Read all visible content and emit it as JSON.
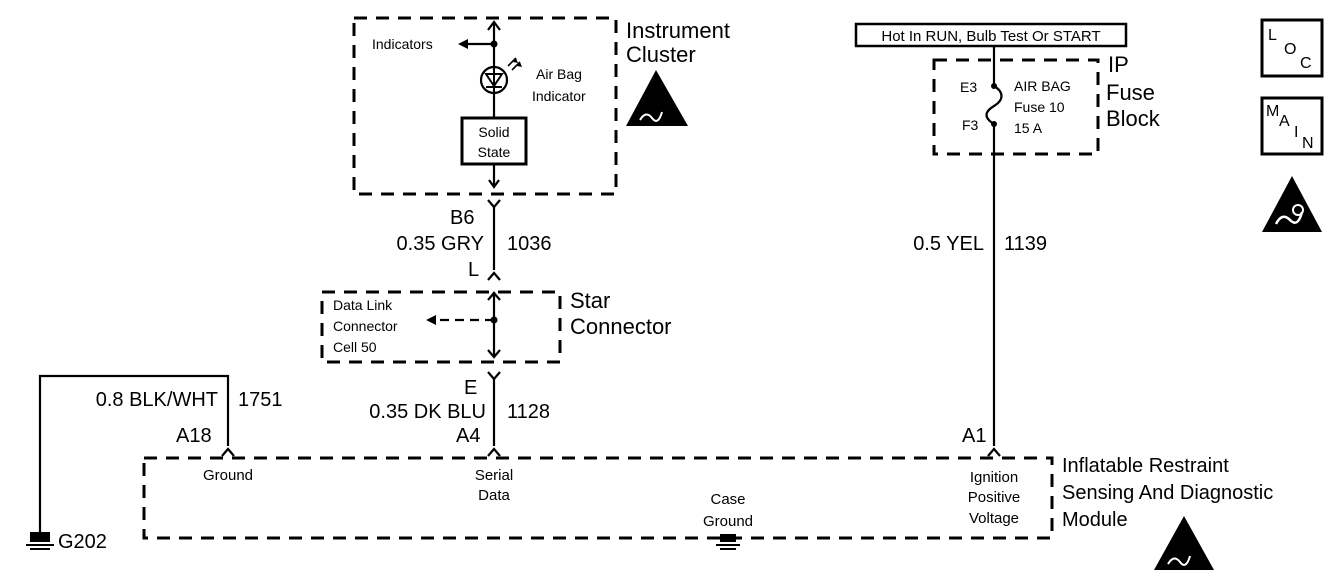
{
  "instrument_cluster": {
    "title_line1": "Instrument",
    "title_line2": "Cluster",
    "indicators_label": "Indicators",
    "airbag_indicator_line1": "Air Bag",
    "airbag_indicator_line2": "Indicator",
    "solid_state_line1": "Solid",
    "solid_state_line2": "State"
  },
  "wire_b6": {
    "pin_top": "B6",
    "gauge_color": "0.35 GRY",
    "circuit": "1036",
    "pin_bottom": "L"
  },
  "star_connector": {
    "title_line1": "Star",
    "title_line2": "Connector",
    "dlc_line1": "Data Link",
    "dlc_line2": "Connector",
    "dlc_line3": "Cell 50"
  },
  "wire_e": {
    "pin_top": "E",
    "gauge_color": "0.35 DK BLU",
    "circuit": "1128",
    "pin_bottom": "A4"
  },
  "wire_ground": {
    "gauge_color": "0.8 BLK/WHT",
    "circuit": "1751",
    "pin": "A18",
    "ground_ref": "G202"
  },
  "fuse_block": {
    "hot_label": "Hot In RUN, Bulb Test Or START",
    "title_line1": "IP",
    "title_line2": "Fuse",
    "title_line3": "Block",
    "pin_top": "E3",
    "pin_bottom": "F3",
    "fuse_line1": "AIR BAG",
    "fuse_line2": "Fuse 10",
    "fuse_line3": "15 A"
  },
  "wire_ign": {
    "gauge_color": "0.5 YEL",
    "circuit": "1139",
    "pin": "A1"
  },
  "module": {
    "title_line1": "Inflatable Restraint",
    "title_line2": "Sensing And Diagnostic",
    "title_line3": "Module",
    "ground_line1": "Ground",
    "serial_line1": "Serial",
    "serial_line2": "Data",
    "case_line1": "Case",
    "case_line2": "Ground",
    "ign_line1": "Ignition",
    "ign_line2": "Positive",
    "ign_line3": "Voltage"
  },
  "side_icons": {
    "loc_letters": [
      "L",
      "O",
      "C"
    ],
    "main_letters": [
      "M",
      "A",
      "I",
      "N"
    ],
    "esd_icon": "esd-warning-icon"
  }
}
